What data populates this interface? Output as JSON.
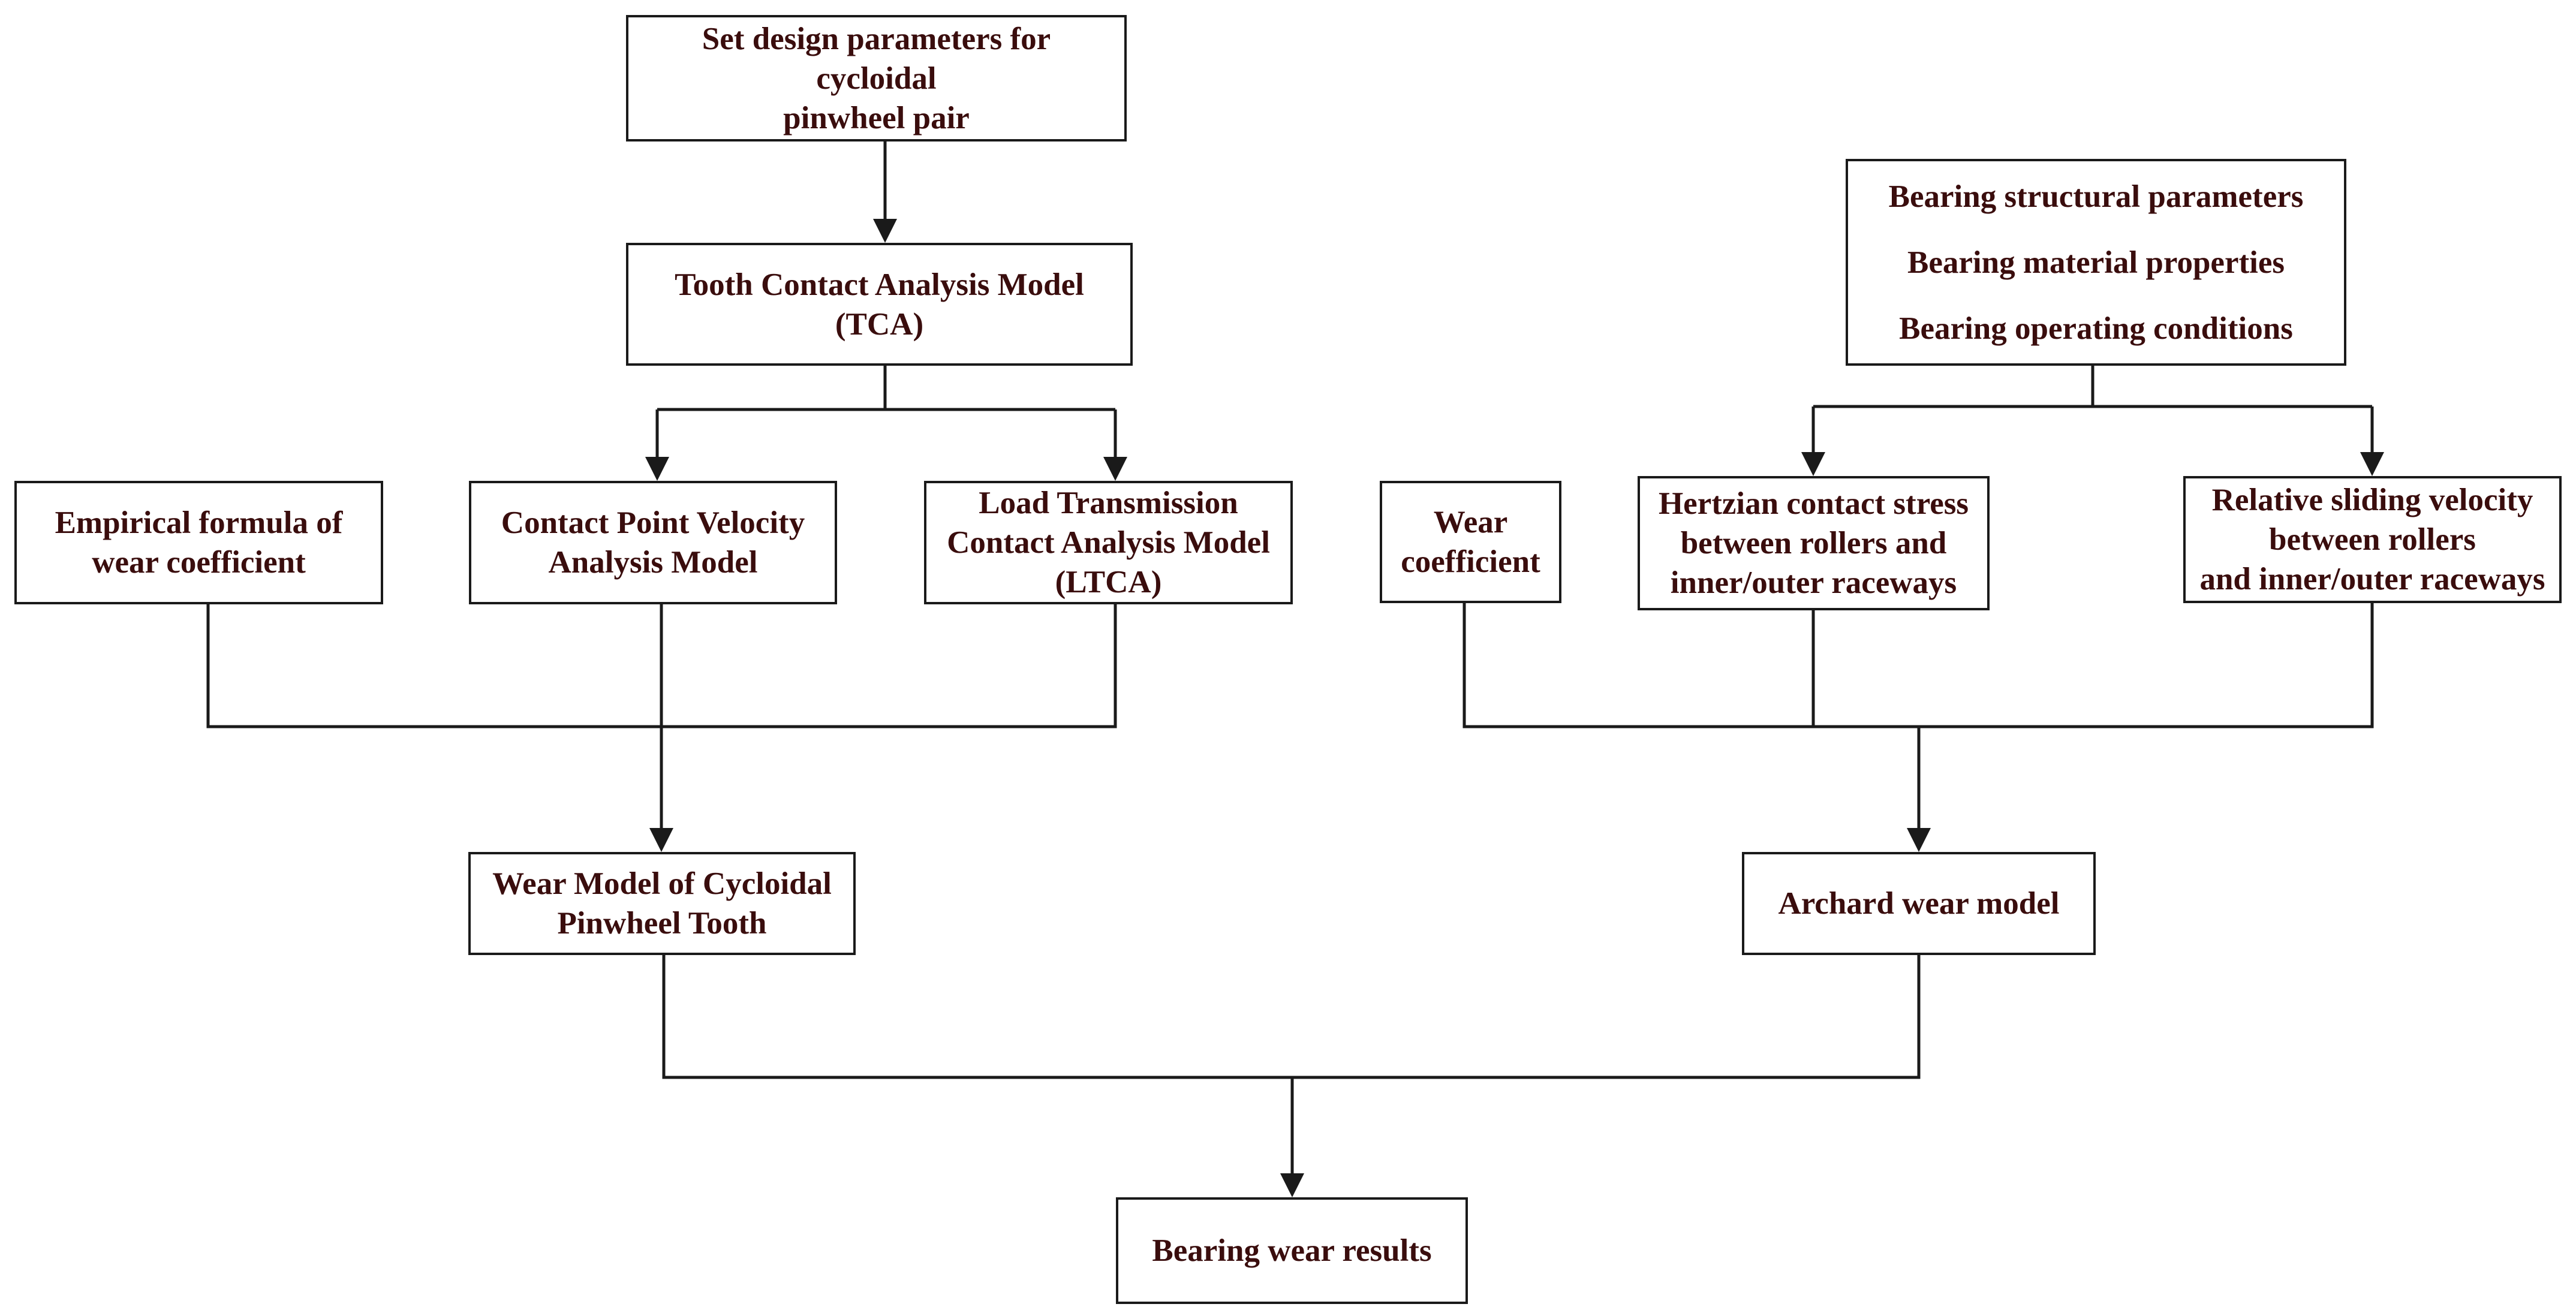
{
  "colors": {
    "text": "#3a0d0d",
    "line": "#1a1a1a",
    "background": "#ffffff"
  },
  "nodes": {
    "design_params": {
      "lines": [
        "Set design parameters for",
        "cycloidal",
        "pinwheel pair"
      ]
    },
    "tca": {
      "lines": [
        "Tooth Contact Analysis Model",
        "(TCA)"
      ]
    },
    "empirical": {
      "lines": [
        "Empirical formula of",
        "wear coefficient"
      ]
    },
    "contact_velocity": {
      "lines": [
        "Contact Point Velocity",
        "Analysis Model"
      ]
    },
    "ltca": {
      "lines": [
        "Load Transmission",
        "Contact Analysis Model",
        "(LTCA)"
      ]
    },
    "wear_model_cycloidal": {
      "lines": [
        "Wear Model of Cycloidal",
        "Pinwheel Tooth"
      ]
    },
    "bearing_params": {
      "lines": [
        "Bearing structural parameters",
        "Bearing material properties",
        "Bearing operating conditions"
      ]
    },
    "wear_coeff": {
      "lines": [
        "Wear",
        "coefficient"
      ]
    },
    "hertzian": {
      "lines": [
        "Hertzian contact stress",
        "between rollers and",
        "inner/outer raceways"
      ]
    },
    "sliding": {
      "lines": [
        "Relative sliding velocity",
        "between rollers",
        "and inner/outer raceways"
      ]
    },
    "archard": {
      "lines": [
        "Archard wear model"
      ]
    },
    "results": {
      "lines": [
        "Bearing wear results"
      ]
    }
  }
}
